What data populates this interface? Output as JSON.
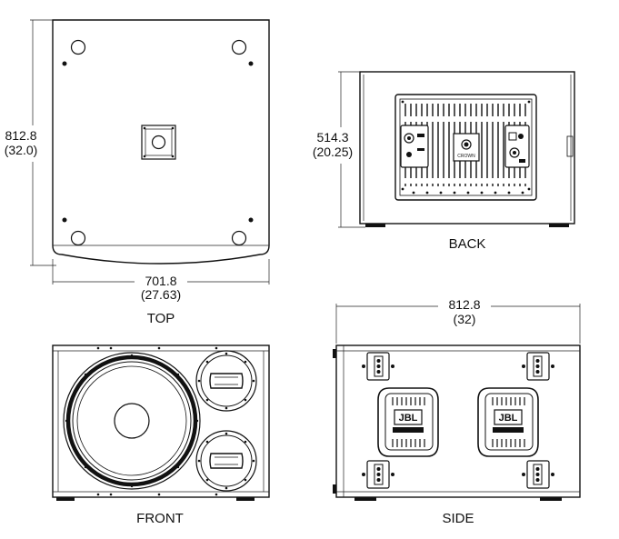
{
  "views": {
    "top": {
      "label": "TOP",
      "height_mm": "812.8",
      "height_in": "(32.0)",
      "width_mm": "701.8",
      "width_in": "(27.63)"
    },
    "back": {
      "label": "BACK",
      "height_mm": "514.3",
      "height_in": "(20.25)",
      "plate_logo": "CROWN"
    },
    "front": {
      "label": "FRONT"
    },
    "side": {
      "label": "SIDE",
      "depth_mm": "812.8",
      "depth_in": "(32)",
      "handle_logo": "JBL"
    }
  }
}
